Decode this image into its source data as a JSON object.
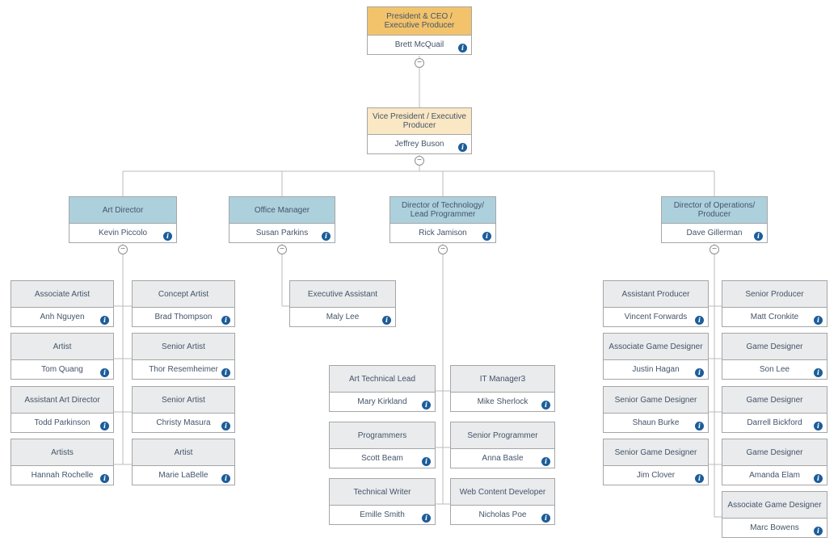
{
  "ui": {
    "info_glyph": "i",
    "collapse_glyph": "−"
  },
  "colors": {
    "level1_header": "#F3C36B",
    "level2_header": "#FAE7C3",
    "level3_header": "#ADD0DD",
    "leaf_header": "#E9EBEC",
    "border": "#A6A6A6",
    "line": "#BBBBBB",
    "text": "#44546A",
    "info": "#1C5D99"
  },
  "nodes": {
    "ceo": {
      "title": "President & CEO / Executive Producer",
      "name": "Brett McQuail"
    },
    "vp": {
      "title": "Vice President / Executive Producer",
      "name": "Jeffrey Buson"
    },
    "art_director": {
      "title": "Art Director",
      "name": "Kevin Piccolo"
    },
    "office_manager": {
      "title": "Office Manager",
      "name": "Susan Parkins"
    },
    "tech_director": {
      "title": "Director of Technology/ Lead Programmer",
      "name": "Rick Jamison"
    },
    "ops_director": {
      "title": "Director of Operations/ Producer",
      "name": "Dave Gillerman"
    },
    "art_left": [
      {
        "title": "Associate Artist",
        "name": "Anh Nguyen"
      },
      {
        "title": "Artist",
        "name": "Tom Quang"
      },
      {
        "title": "Assistant Art Director",
        "name": "Todd Parkinson"
      },
      {
        "title": "Artists",
        "name": "Hannah Rochelle"
      }
    ],
    "art_right": [
      {
        "title": "Concept Artist",
        "name": "Brad Thompson"
      },
      {
        "title": "Senior Artist",
        "name": "Thor Resemheimer"
      },
      {
        "title": "Senior Artist",
        "name": "Christy Masura"
      },
      {
        "title": "Artist",
        "name": "Marie LaBelle"
      }
    ],
    "office_child": {
      "title": "Executive Assistant",
      "name": "Maly Lee"
    },
    "tech_left": [
      {
        "title": "Art Technical Lead",
        "name": "Mary Kirkland"
      },
      {
        "title": "Programmers",
        "name": "Scott Beam"
      },
      {
        "title": "Technical Writer",
        "name": "Emille Smith"
      }
    ],
    "tech_right": [
      {
        "title": "IT Manager3",
        "name": "Mike Sherlock"
      },
      {
        "title": "Senior Programmer",
        "name": "Anna Basle"
      },
      {
        "title": "Web Content Developer",
        "name": "Nicholas Poe"
      }
    ],
    "ops_left": [
      {
        "title": "Assistant Producer",
        "name": "Vincent Forwards"
      },
      {
        "title": "Associate Game Designer",
        "name": "Justin Hagan"
      },
      {
        "title": "Senior Game Designer",
        "name": "Shaun Burke"
      },
      {
        "title": "Senior Game Designer",
        "name": "Jim Clover"
      }
    ],
    "ops_right": [
      {
        "title": "Senior Producer",
        "name": "Matt Cronkite"
      },
      {
        "title": "Game Designer",
        "name": "Son Lee"
      },
      {
        "title": "Game Designer",
        "name": "Darrell Bickford"
      },
      {
        "title": "Game Designer",
        "name": "Amanda Elam"
      },
      {
        "title": "Associate Game Designer",
        "name": "Marc Bowens"
      }
    ]
  }
}
